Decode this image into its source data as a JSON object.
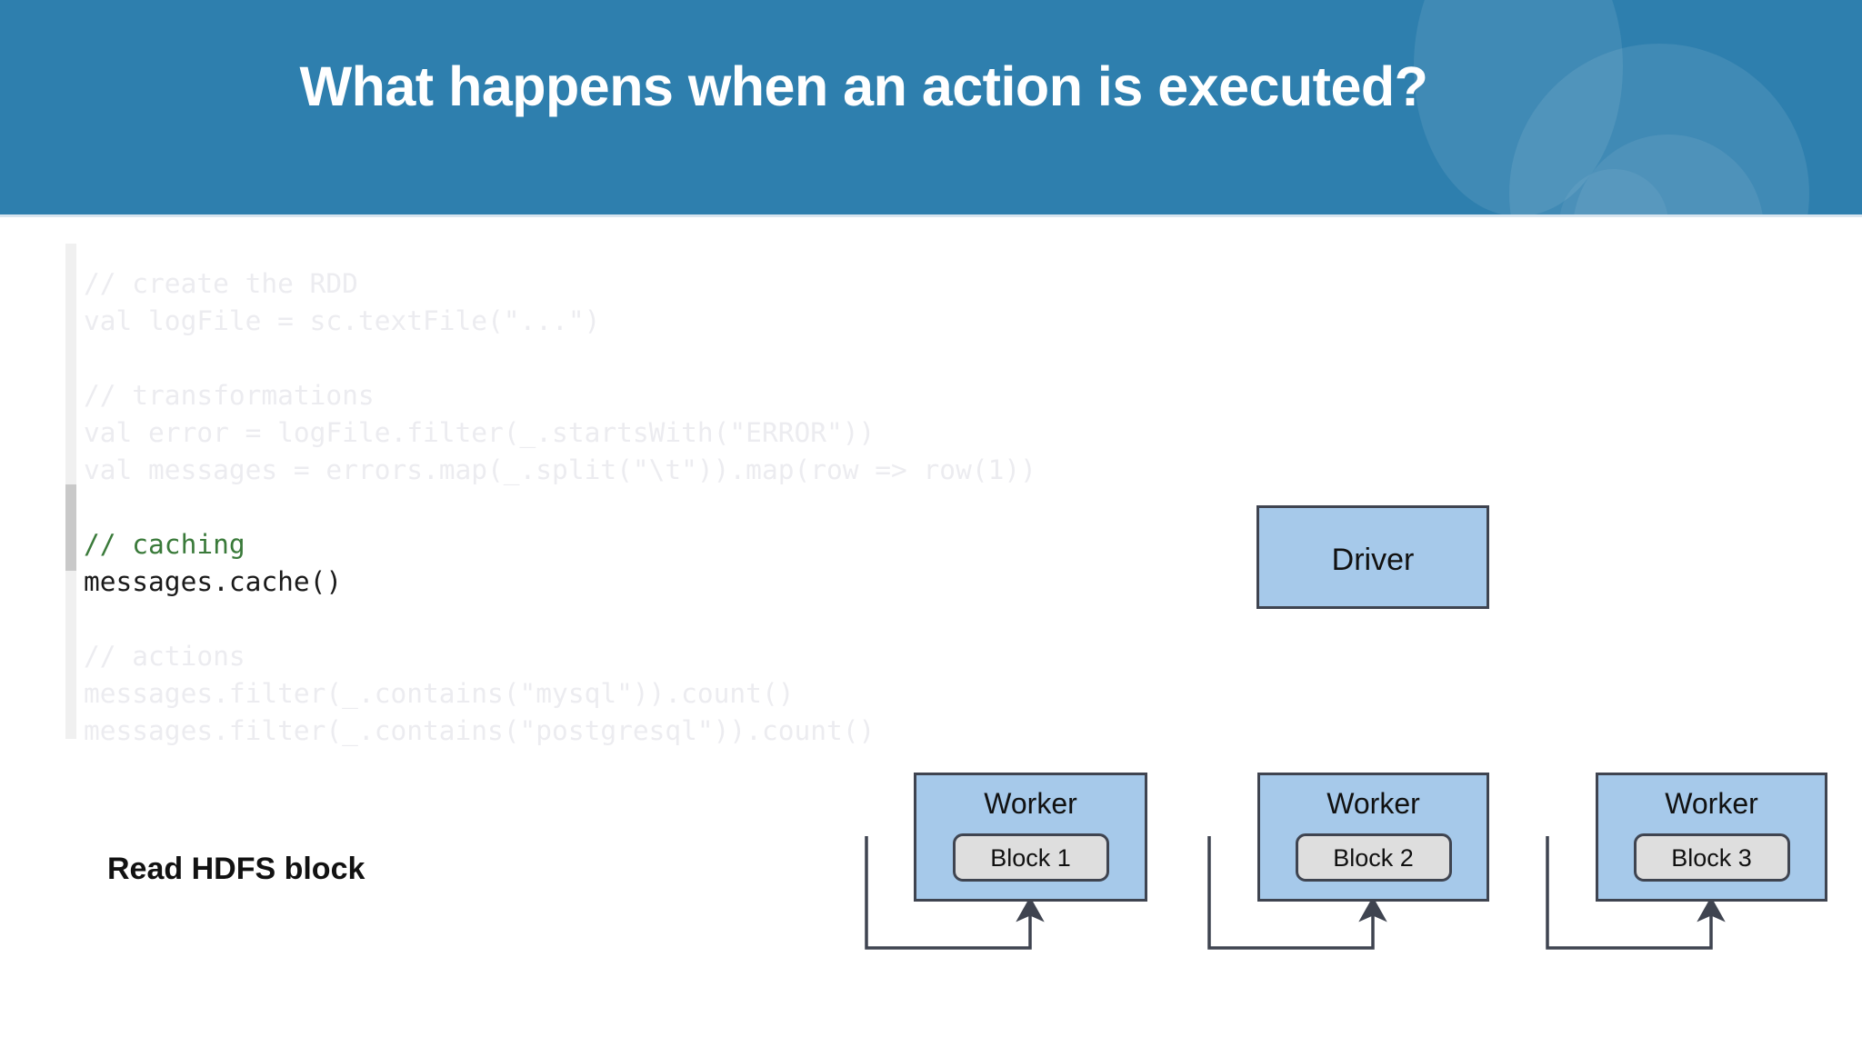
{
  "slide": {
    "title": "What happens when an action is executed?",
    "header_color": "#2e7fae",
    "node_fill": "#a6c9ea",
    "node_border": "#3f4450",
    "block_fill": "#dedede"
  },
  "code": {
    "language": "scala",
    "lines": [
      {
        "text": "// create the RDD",
        "state": "dim"
      },
      {
        "text": "val logFile = sc.textFile(\"...\")",
        "state": "dim"
      },
      {
        "text": "",
        "state": "blank"
      },
      {
        "text": "// transformations",
        "state": "dim"
      },
      {
        "text": "val error = logFile.filter(_.startsWith(\"ERROR\"))",
        "state": "dim"
      },
      {
        "text": "val messages = errors.map(_.split(\"\\t\")).map(row => row(1))",
        "state": "dim"
      },
      {
        "text": "",
        "state": "blank"
      },
      {
        "text": "// caching",
        "state": "highlight-comment"
      },
      {
        "text": "messages.cache()",
        "state": "highlight-code"
      },
      {
        "text": "",
        "state": "blank"
      },
      {
        "text": "// actions",
        "state": "dim"
      },
      {
        "text": "messages.filter(_.contains(\"mysql\")).count()",
        "state": "dim"
      },
      {
        "text": "messages.filter(_.contains(\"postgresql\")).count()",
        "state": "dim"
      }
    ]
  },
  "diagram": {
    "annotation": "Read HDFS block",
    "driver": {
      "label": "Driver"
    },
    "workers": [
      {
        "label": "Worker",
        "block": "Block 1"
      },
      {
        "label": "Worker",
        "block": "Block 2"
      },
      {
        "label": "Worker",
        "block": "Block 3"
      }
    ]
  }
}
